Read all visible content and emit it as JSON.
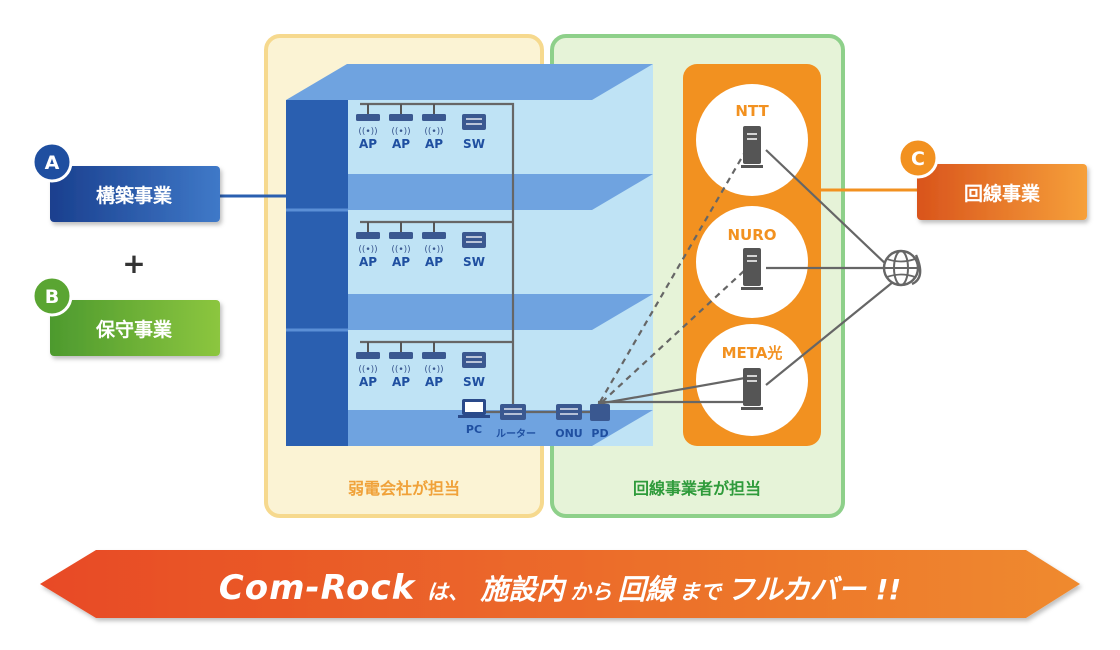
{
  "businesses": {
    "a": {
      "badge": "A",
      "label": "構築事業"
    },
    "plus": "+",
    "b": {
      "badge": "B",
      "label": "保守事業"
    },
    "c": {
      "badge": "C",
      "label": "回線事業"
    }
  },
  "zones": {
    "left_caption": "弱電会社が担当",
    "right_caption": "回線事業者が担当"
  },
  "floors": [
    {
      "devices": [
        "AP",
        "AP",
        "AP",
        "SW"
      ]
    },
    {
      "devices": [
        "AP",
        "AP",
        "AP",
        "SW"
      ]
    },
    {
      "devices": [
        "AP",
        "AP",
        "AP",
        "SW"
      ]
    }
  ],
  "entrance": {
    "pc": "PC",
    "router": "ルーター",
    "onu": "ONU",
    "pd": "PD"
  },
  "providers": [
    "NTT",
    "NURO",
    "META光"
  ],
  "banner": {
    "brand": "Com-Rock",
    "ha": "は、",
    "p1": "施設内",
    "p2": "から",
    "p3": "回線",
    "p4": "まで",
    "p5": "フルカバー !!"
  },
  "colors": {
    "navy": "#1f4fa0",
    "green": "#5aa532",
    "orange": "#f29120",
    "zone_left": "#f7d98c",
    "zone_right": "#8fd08c"
  }
}
